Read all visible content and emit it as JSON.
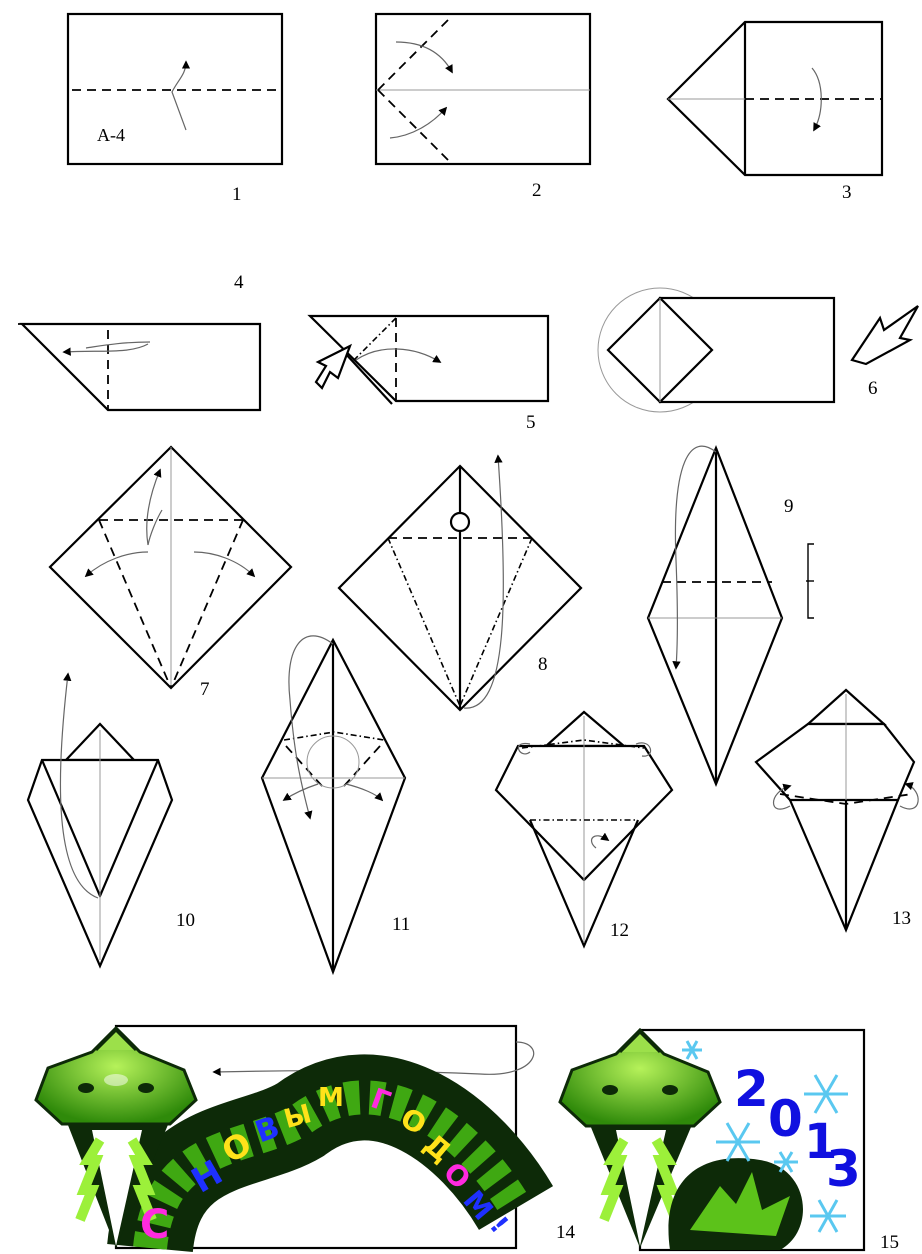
{
  "labels": {
    "sheet": "A-4",
    "greeting_letters": [
      "С",
      "Н",
      "О",
      "В",
      "Ы",
      "М",
      "Г",
      "О",
      "Д",
      "О",
      "М",
      "!"
    ],
    "year_digits": [
      "2",
      "0",
      "1",
      "3"
    ]
  },
  "steps": [
    "1",
    "2",
    "3",
    "4",
    "5",
    "6",
    "7",
    "8",
    "9",
    "10",
    "11",
    "12",
    "13",
    "14",
    "15"
  ],
  "colors": {
    "line": "#000000",
    "snake_green": "#5cc21a",
    "snake_dark": "#0d2a08",
    "snowflake": "#5ac8f0",
    "year_blue": "#1010e0",
    "letter_colors": [
      "#ff2adf",
      "#1e30ff",
      "#ffe21a",
      "#1e30ff",
      "#ffe21a",
      "#ffe21a",
      "#ff2adf",
      "#ffe21a",
      "#ffe21a",
      "#ff2adf",
      "#1e30ff",
      "#1e30ff"
    ]
  }
}
